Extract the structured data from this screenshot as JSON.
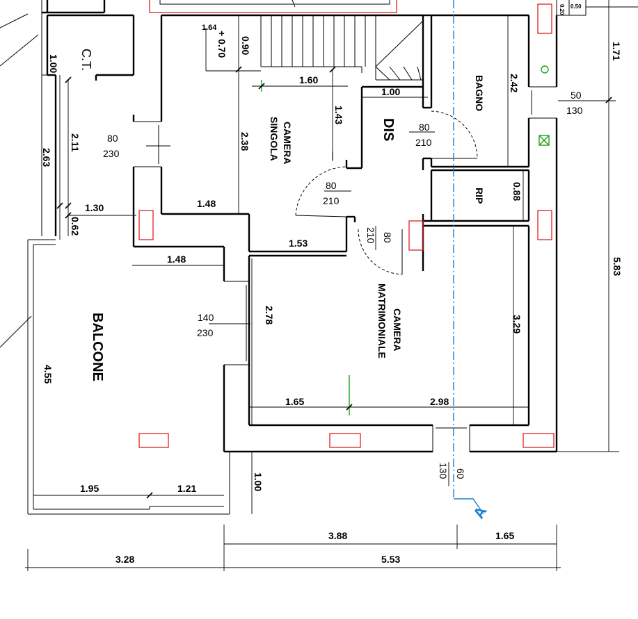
{
  "rooms": {
    "ct": "C.T.",
    "camera_singola_1": "CAMERA",
    "camera_singola_2": "SINGOLA",
    "dis": "DIS",
    "bagno": "BAGNO",
    "rip": "RIP",
    "camera_matrimoniale_1": "CAMERA",
    "camera_matrimoniale_2": "MATRIMONIALE",
    "balcone": "BALCONE"
  },
  "dimensions": {
    "d_1_00_ct": "1.00",
    "d_1_64": "1.64",
    "d_plus_070": "+ 0.70",
    "d_0_90": "0.90",
    "d_1_60": "1.60",
    "d_1_00_dis": "1.00",
    "d_1_43": "1.43",
    "d_2_42": "2.42",
    "d_1_71": "1.71",
    "d_0_20": "0.20",
    "d_0_50": "0.50",
    "d_2_11": "2.11",
    "d_2_63": "2.63",
    "d_2_38": "2.38",
    "d_1_48_cs": "1.48",
    "d_1_30": "1.30",
    "d_0_62": "0.62",
    "d_1_53": "1.53",
    "d_0_88": "0.88",
    "d_1_48_b": "1.48",
    "d_2_78": "2.78",
    "d_3_29": "3.29",
    "d_5_83": "5.83",
    "d_4_55": "4.55",
    "d_1_65_cm": "1.65",
    "d_2_98": "2.98",
    "d_1_95": "1.95",
    "d_1_21": "1.21",
    "d_1_00_bot": "1.00",
    "d_3_88": "3.88",
    "d_1_65_bot": "1.65",
    "d_3_28": "3.28",
    "d_5_53": "5.53"
  },
  "openings": {
    "o1_w": "80",
    "o1_h": "230",
    "o2_w": "80",
    "o2_h": "210",
    "o3_w": "50",
    "o3_h": "130",
    "o4_w": "80",
    "o4_h": "210",
    "o5_w": "80",
    "o5_h": "210",
    "o6_w": "140",
    "o6_h": "230",
    "o7_w": "60",
    "o7_h": "130"
  },
  "section_marker": "A"
}
